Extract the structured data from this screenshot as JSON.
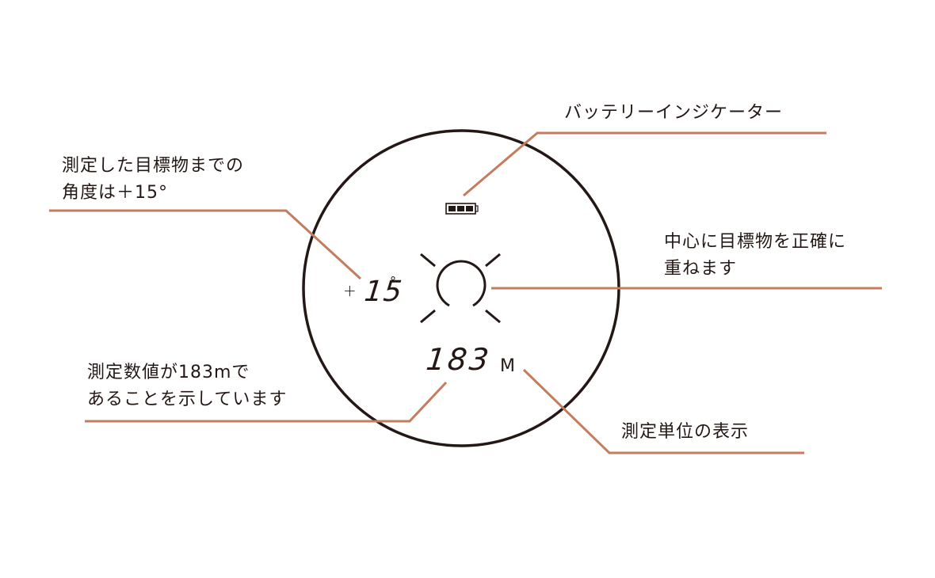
{
  "diagram": {
    "title": "Rangefinder viewfinder display explanation",
    "colors": {
      "leader_line": "#c47c5e",
      "ink": "#231815",
      "background": "#ffffff"
    },
    "viewfinder": {
      "battery_icon": "battery-full-icon",
      "battery_bars": 3,
      "angle_sign": "+",
      "angle_value": "15",
      "angle_unit": "°",
      "reticle_icon": "target-reticle-icon",
      "distance_value": "183",
      "distance_unit": "M"
    },
    "callouts": [
      {
        "id": "battery",
        "lines": [
          "バッテリーインジケーター"
        ]
      },
      {
        "id": "angle",
        "lines": [
          "測定した目標物までの",
          "角度は＋15°"
        ]
      },
      {
        "id": "reticle",
        "lines": [
          "中心に目標物を正確に",
          "重ねます"
        ]
      },
      {
        "id": "distance",
        "lines": [
          "測定数値が183mで",
          "あることを示しています"
        ]
      },
      {
        "id": "unit",
        "lines": [
          "測定単位の表示"
        ]
      }
    ]
  }
}
